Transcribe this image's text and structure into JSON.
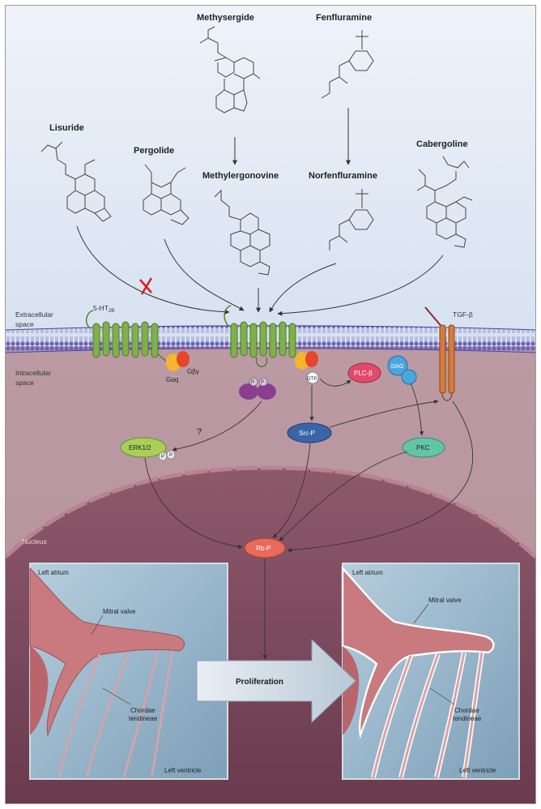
{
  "drugs": {
    "methysergide": "Methysergide",
    "fenfluramine": "Fenfluramine",
    "lisuride": "Lisuride",
    "pergolide": "Pergolide",
    "cabergoline": "Cabergoline",
    "methylergonovine": "Methylergonovine",
    "norfenfluramine": "Norfenfluramine"
  },
  "membrane": {
    "extracellular_1": "Extracellular",
    "extracellular_2": "space",
    "intracellular_1": "Intracellular",
    "intracellular_2": "space",
    "receptor": "5-HT",
    "receptor_sub": "2B",
    "gaq": "Gαq",
    "gby": "Gβγ",
    "gtp": "GTP",
    "tgf": "TGF-β"
  },
  "signaling": {
    "erk": "ERK1/2",
    "p": "P",
    "question": "?",
    "src": "Src-P",
    "plc": "PLC-β",
    "dag": "DAG",
    "pkc": "PKC",
    "nucleus": "Nucleus",
    "rb": "Rb-P"
  },
  "hearts": {
    "left_atrium": "Left atrium",
    "mitral_valve": "Mitral valve",
    "chordae_1": "Chordae",
    "chordae_2": "tendineae",
    "left_ventricle": "Left ventricle",
    "proliferation": "Proliferation"
  },
  "colors": {
    "sky": "#dde6f3",
    "membrane": "#5a55a8",
    "cytoplasm": "#c7a8ae",
    "nucleus": "#8a5467",
    "receptor": "#7fb04a",
    "erk": "#a9cf58",
    "src": "#3a64a8",
    "plc": "#e24a6a",
    "dag": "#4aa6de",
    "pkc": "#62c4a8",
    "rb": "#e86a5a",
    "tgf": "#d77a3a",
    "heart_bg": "#a9c2d2",
    "tissue": "#c87a7e"
  }
}
